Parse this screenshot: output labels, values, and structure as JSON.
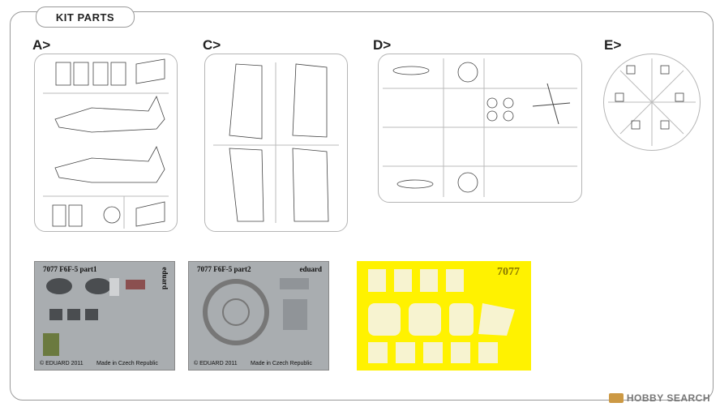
{
  "header": {
    "title": "KIT PARTS"
  },
  "sections": {
    "a": "A>",
    "c": "C>",
    "d": "D>",
    "e": "E>"
  },
  "photoetch": {
    "part1": {
      "title": "7077  F6F-5  part1",
      "brand": "eduard",
      "copyright": "© EDUARD 2011",
      "made_in": "Made in Czech Republic"
    },
    "part2": {
      "title": "7077  F6F-5  part2",
      "brand": "eduard",
      "copyright": "© EDUARD 2011",
      "made_in": "Made in Czech Republic"
    }
  },
  "mask": {
    "code": "7077"
  },
  "watermark": {
    "brand": "HOBBY SEARCH"
  }
}
